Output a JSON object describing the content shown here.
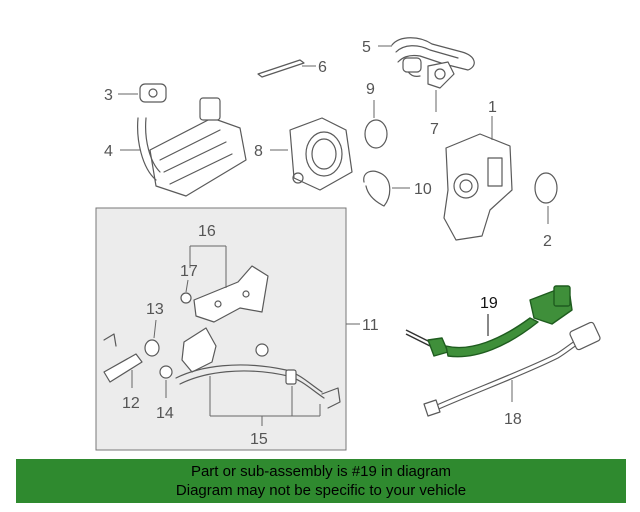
{
  "callouts": {
    "c1": "1",
    "c2": "2",
    "c3": "3",
    "c4": "4",
    "c5": "5",
    "c6": "6",
    "c7": "7",
    "c8": "8",
    "c9": "9",
    "c10": "10",
    "c11": "11",
    "c12": "12",
    "c13": "13",
    "c14": "14",
    "c15": "15",
    "c16": "16",
    "c17": "17",
    "c18": "18",
    "c19": "19"
  },
  "highlight": {
    "part": "19",
    "color": "#3f8f3a"
  },
  "banner": {
    "line1": "Part or sub-assembly is #19 in diagram",
    "line2": "Diagram may not be specific to your vehicle",
    "color": "#2f8a2f"
  }
}
